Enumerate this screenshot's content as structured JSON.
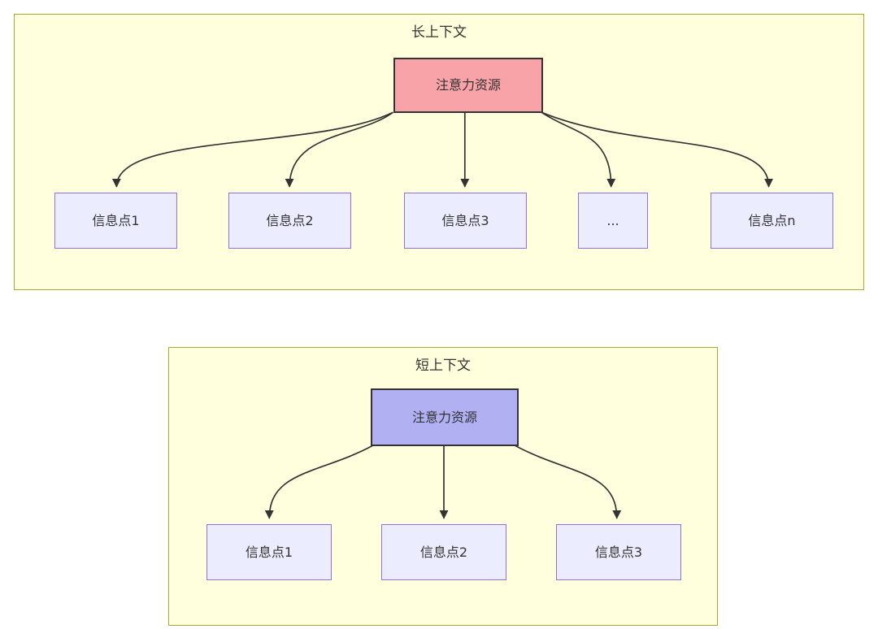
{
  "diagram": {
    "panels": [
      {
        "title": "长上下文",
        "attention_label": "注意力资源",
        "attention_fill": "#f8a3a8",
        "info_points": [
          "信息点1",
          "信息点2",
          "信息点3",
          "...",
          "信息点n"
        ]
      },
      {
        "title": "短上下文",
        "attention_label": "注意力资源",
        "attention_fill": "#b0b0f2",
        "info_points": [
          "信息点1",
          "信息点2",
          "信息点3"
        ]
      }
    ],
    "colors": {
      "panel_fill": "#ffffde",
      "panel_border": "#aaaa33",
      "info_node_fill": "#ececff",
      "info_node_border": "#9370db",
      "attention_long_fill": "#f8a3a8",
      "attention_short_fill": "#b0b0f2",
      "edge_color": "#333333",
      "text_color": "#333333",
      "page_background": "#ffffff"
    }
  }
}
